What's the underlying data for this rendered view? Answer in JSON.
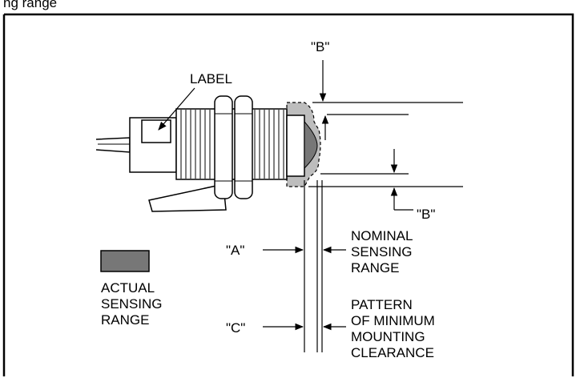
{
  "header_fragment": "ng range",
  "labels": {
    "label": "LABEL",
    "b_top": "\"B\"",
    "b_bottom": "\"B\"",
    "a": "\"A\"",
    "c": "\"C\"",
    "nominal": [
      "NOMINAL",
      "SENSING",
      "RANGE"
    ],
    "actual": [
      "ACTUAL",
      "SENSING",
      "RANGE"
    ],
    "pattern": [
      "PATTERN",
      "OF MINIMUM",
      "MOUNTING",
      "CLEARANCE"
    ]
  },
  "colors": {
    "sensing_fill": "#777777",
    "clearance_fill": "#bdbdbd",
    "line": "#000000"
  }
}
